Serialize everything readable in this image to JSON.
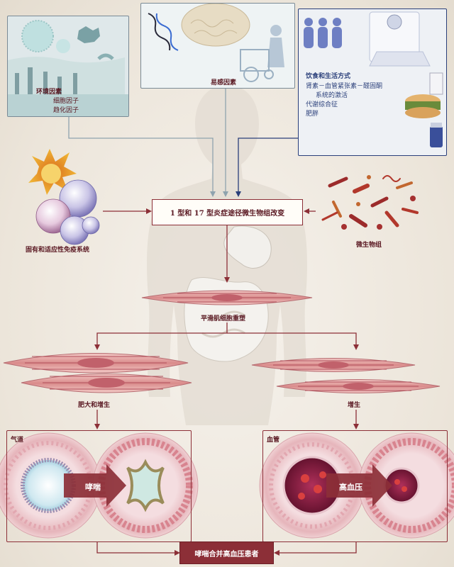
{
  "panels": {
    "environment": {
      "title": "环境因素",
      "items": [
        "细胞因子",
        "趋化因子"
      ]
    },
    "susceptibility": {
      "title": "易感因素"
    },
    "lifestyle": {
      "title": "饮食和生活方式",
      "items": [
        "肾素－血管紧张素－醛固酮",
        "系统的激活",
        "代谢综合征",
        "肥胖"
      ]
    }
  },
  "immune_label": "固有和适应性免疫系统",
  "microbiome_label": "微生物组",
  "central_box": "1 型和 17 型炎症途径微生物组改变",
  "smc_label": "平滑肌细胞重塑",
  "left_branch_label": "肥大和增生",
  "right_branch_label": "增生",
  "airway": {
    "title": "气道",
    "arrow_label": "哮喘"
  },
  "vessel": {
    "title": "血管",
    "arrow_label": "高血压"
  },
  "outcome": "哮喘合并高血压患者",
  "colors": {
    "arrow_red": "#8c2f37",
    "panel_blue": "#dde6ea",
    "navy": "#2a3f7a"
  }
}
